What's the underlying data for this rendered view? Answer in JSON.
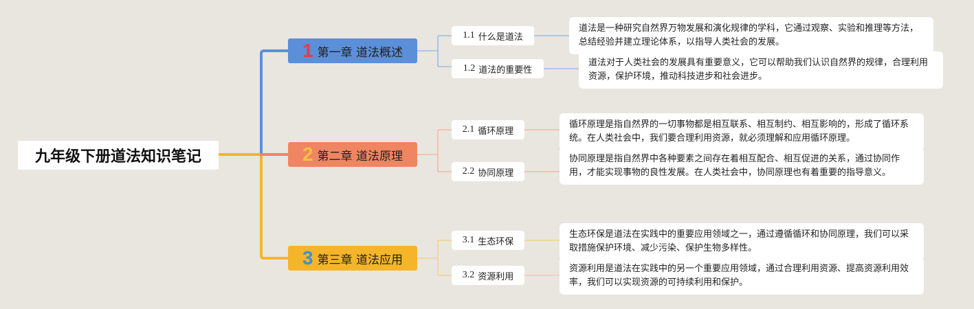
{
  "root": {
    "title": "九年级下册道法知识笔记"
  },
  "chapters": [
    {
      "num": "1",
      "label": "第一章 道法概述",
      "colors": {
        "bg": "#5b8fd9",
        "num": "#e53a4f",
        "line": "#5b8fd9"
      },
      "subs": [
        {
          "num": "1.1",
          "label": "什么是道法",
          "note": "道法是一种研究自然界万物发展和演化规律的学科，它通过观察、实验和推理等方法，总结经验并建立理论体系，以指导人类社会的发展。"
        },
        {
          "num": "1.2",
          "label": "道法的重要性",
          "note": "道法对于人类社会的发展具有重要意义，它可以帮助我们认识自然界的规律，合理利用资源，保护环境，推动科技进步和社会进步。"
        }
      ]
    },
    {
      "num": "2",
      "label": "第二章 道法原理",
      "colors": {
        "bg": "#f08562",
        "num": "#f6c143",
        "line": "#f08562"
      },
      "subs": [
        {
          "num": "2.1",
          "label": "循环原理",
          "note": "循环原理是指自然界的一切事物都是相互联系、相互制约、相互影响的，形成了循环系统。在人类社会中，我们要合理利用资源，就必须理解和应用循环原理。"
        },
        {
          "num": "2.2",
          "label": "协同原理",
          "note": "协同原理是指自然界中各种要素之间存在着相互配合、相互促进的关系，通过协同作用，才能实现事物的良性发展。在人类社会中，协同原理也有着重要的指导意义。"
        }
      ]
    },
    {
      "num": "3",
      "label": "第三章 道法应用",
      "colors": {
        "bg": "#f4b52a",
        "num": "#3d8fd6",
        "line": "#f4b52a"
      },
      "subs": [
        {
          "num": "3.1",
          "label": "生态环保",
          "note": "生态环保是道法在实践中的重要应用领域之一，通过遵循循环和协同原理，我们可以采取措施保护环境、减少污染、保护生物多样性。"
        },
        {
          "num": "3.2",
          "label": "资源利用",
          "note": "资源利用是道法在实践中的另一个重要应用领域，通过合理利用资源、提高资源利用效率，我们可以实现资源的可持续利用和保护。"
        }
      ]
    }
  ]
}
